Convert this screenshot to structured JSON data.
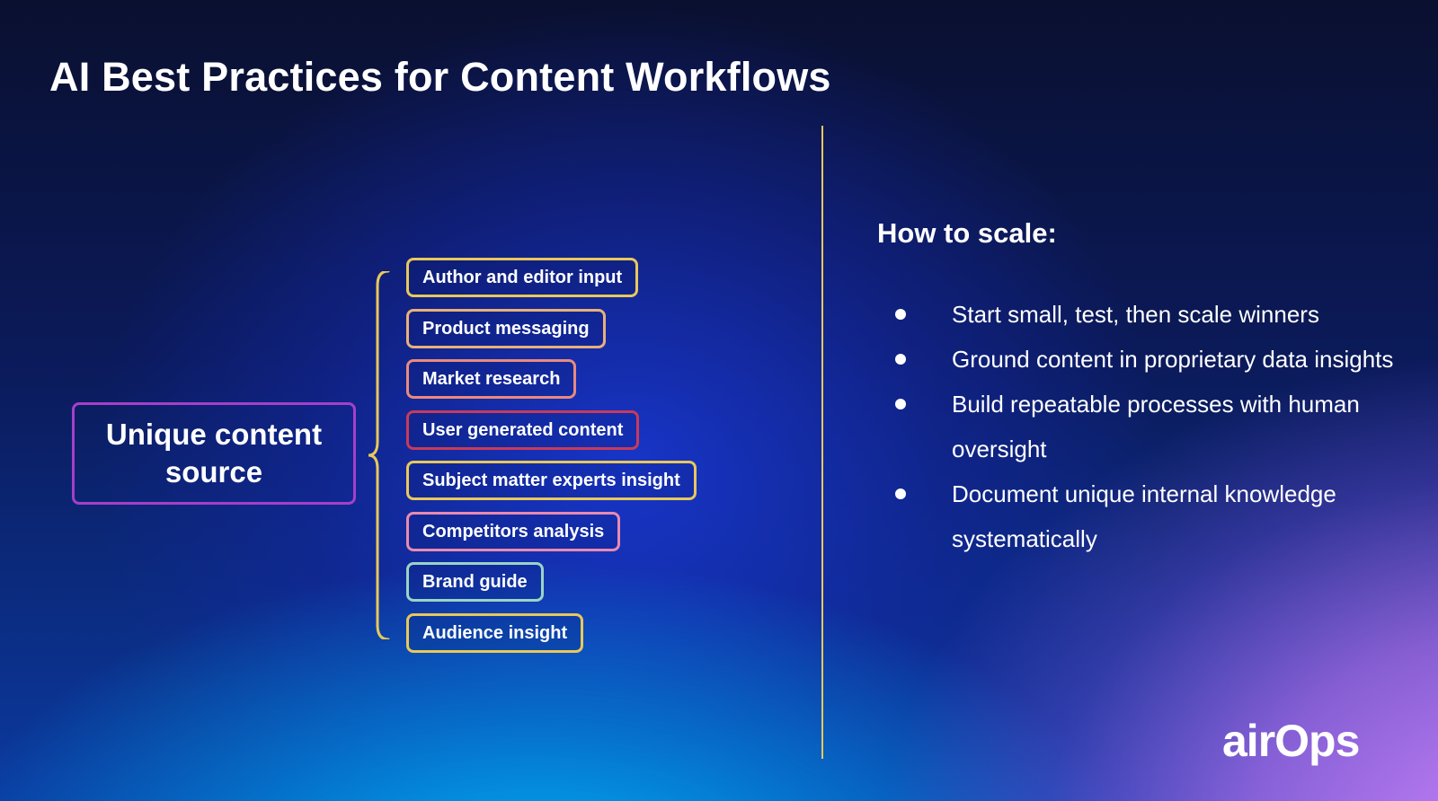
{
  "slide": {
    "title": "AI Best Practices for Content Workflows"
  },
  "left_panel": {
    "source_label": "Unique content source",
    "sources": [
      {
        "label": "Author and editor input",
        "border_color": "#e8c85a"
      },
      {
        "label": "Product messaging",
        "border_color": "#e9b07a"
      },
      {
        "label": "Market research",
        "border_color": "#e98a7e"
      },
      {
        "label": "User generated content",
        "border_color": "#c83a5a"
      },
      {
        "label": "Subject matter experts insight",
        "border_color": "#e8c85a"
      },
      {
        "label": "Competitors analysis",
        "border_color": "#e98ab0"
      },
      {
        "label": "Brand guide",
        "border_color": "#9ad4c6"
      },
      {
        "label": "Audience insight",
        "border_color": "#e8c85a"
      }
    ]
  },
  "right_panel": {
    "heading": "How to scale:",
    "bullets": [
      "Start small, test, then scale winners",
      "Ground content in proprietary data insights",
      "Build repeatable processes with human oversight",
      "Document unique internal knowledge systematically"
    ]
  },
  "branding": {
    "logo_text": "airOps",
    "logo_icon": "airops-logo"
  },
  "colors": {
    "accent_gold": "#e8c85a",
    "source_box_border": "#a63fc9"
  }
}
